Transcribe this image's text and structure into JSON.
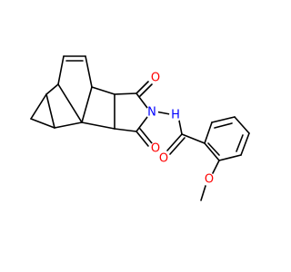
{
  "molecule": {
    "atoms": [
      {
        "name": "atom-o-upper-carbonyl",
        "label": "O",
        "color": "#ff0000"
      },
      {
        "name": "atom-n-imide",
        "label": "N",
        "color": "#0000ff"
      },
      {
        "name": "atom-nh-amide",
        "label": "H",
        "color": "#0000ff"
      },
      {
        "name": "atom-o-lower-carbonyl",
        "label": "O",
        "color": "#ff0000"
      },
      {
        "name": "atom-o-amide-carbonyl",
        "label": "O",
        "color": "#ff0000"
      },
      {
        "name": "atom-o-methoxy",
        "label": "O",
        "color": "#ff0000"
      }
    ],
    "bond_color": "#000000",
    "background": "#ffffff"
  }
}
